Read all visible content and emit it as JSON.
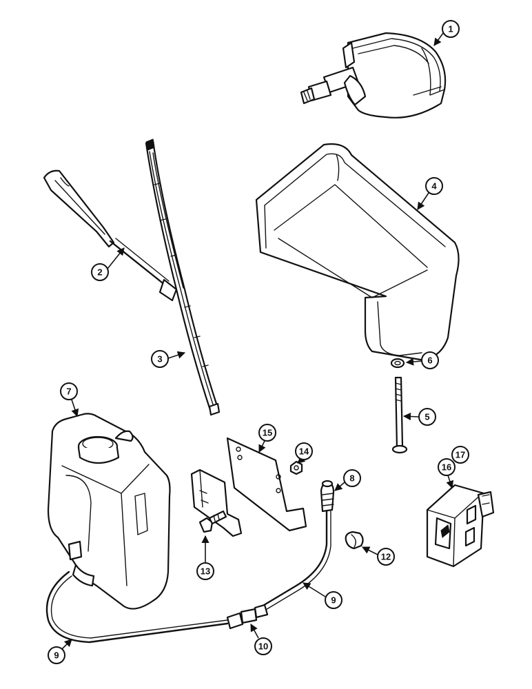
{
  "callouts": {
    "c1": "1",
    "c2": "2",
    "c3": "3",
    "c4": "4",
    "c5": "5",
    "c6": "6",
    "c7": "7",
    "c8": "8",
    "c9a": "9",
    "c9b": "9",
    "c10": "10",
    "c12": "12",
    "c13": "13",
    "c14": "14",
    "c15": "15",
    "c16": "16",
    "c17": "17"
  },
  "colors": {
    "ink": "#111111",
    "paper": "#ffffff"
  }
}
